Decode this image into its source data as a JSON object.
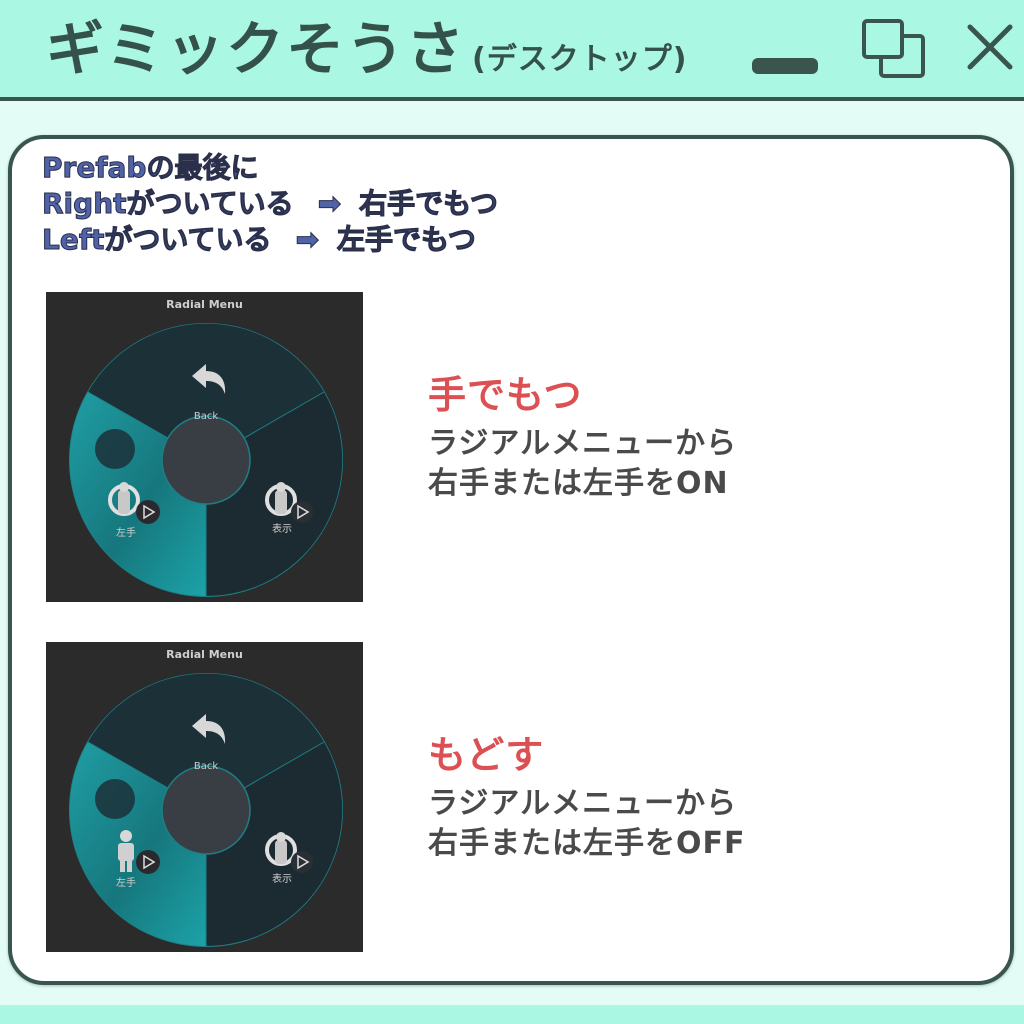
{
  "window": {
    "title": "ギミックそうさ",
    "title_sub": "(デスクトップ)",
    "controls": {
      "minimize": "minimize",
      "restore": "restore",
      "close": "close"
    },
    "colors": {
      "titlebar": "#aaf8e4",
      "border": "#3a554d",
      "background": "#e3fdf6"
    }
  },
  "note": {
    "lines": [
      {
        "left": "Prefabの最後に",
        "arrow": "",
        "right": ""
      },
      {
        "left": "Rightがついている",
        "arrow": "➡",
        "right": "右手でもつ"
      },
      {
        "left": "Leftがついている",
        "arrow": "➡",
        "right": "左手でもつ"
      }
    ],
    "color": "#5062a8"
  },
  "sections": [
    {
      "radial_menu": {
        "title": "Radial Menu",
        "back_label": "Back",
        "left_item": {
          "label": "左手",
          "icon": "avatar-rotate-icon",
          "active": true
        },
        "right_item": {
          "label": "表示",
          "icon": "avatar-rotate-icon"
        }
      },
      "heading": "手でもつ",
      "body_line1": "ラジアルメニューから",
      "body_line2": "右手または左手をON"
    },
    {
      "radial_menu": {
        "title": "Radial Menu",
        "back_label": "Back",
        "left_item": {
          "label": "左手",
          "icon": "person-icon",
          "active": true
        },
        "right_item": {
          "label": "表示",
          "icon": "avatar-rotate-icon"
        }
      },
      "heading": "もどす",
      "body_line1": "ラジアルメニューから",
      "body_line2": "右手または左手をOFF"
    }
  ],
  "accent_colors": {
    "heading": "#dc4f52",
    "body": "#4a4a4a",
    "teal": "#1a9aa0"
  }
}
